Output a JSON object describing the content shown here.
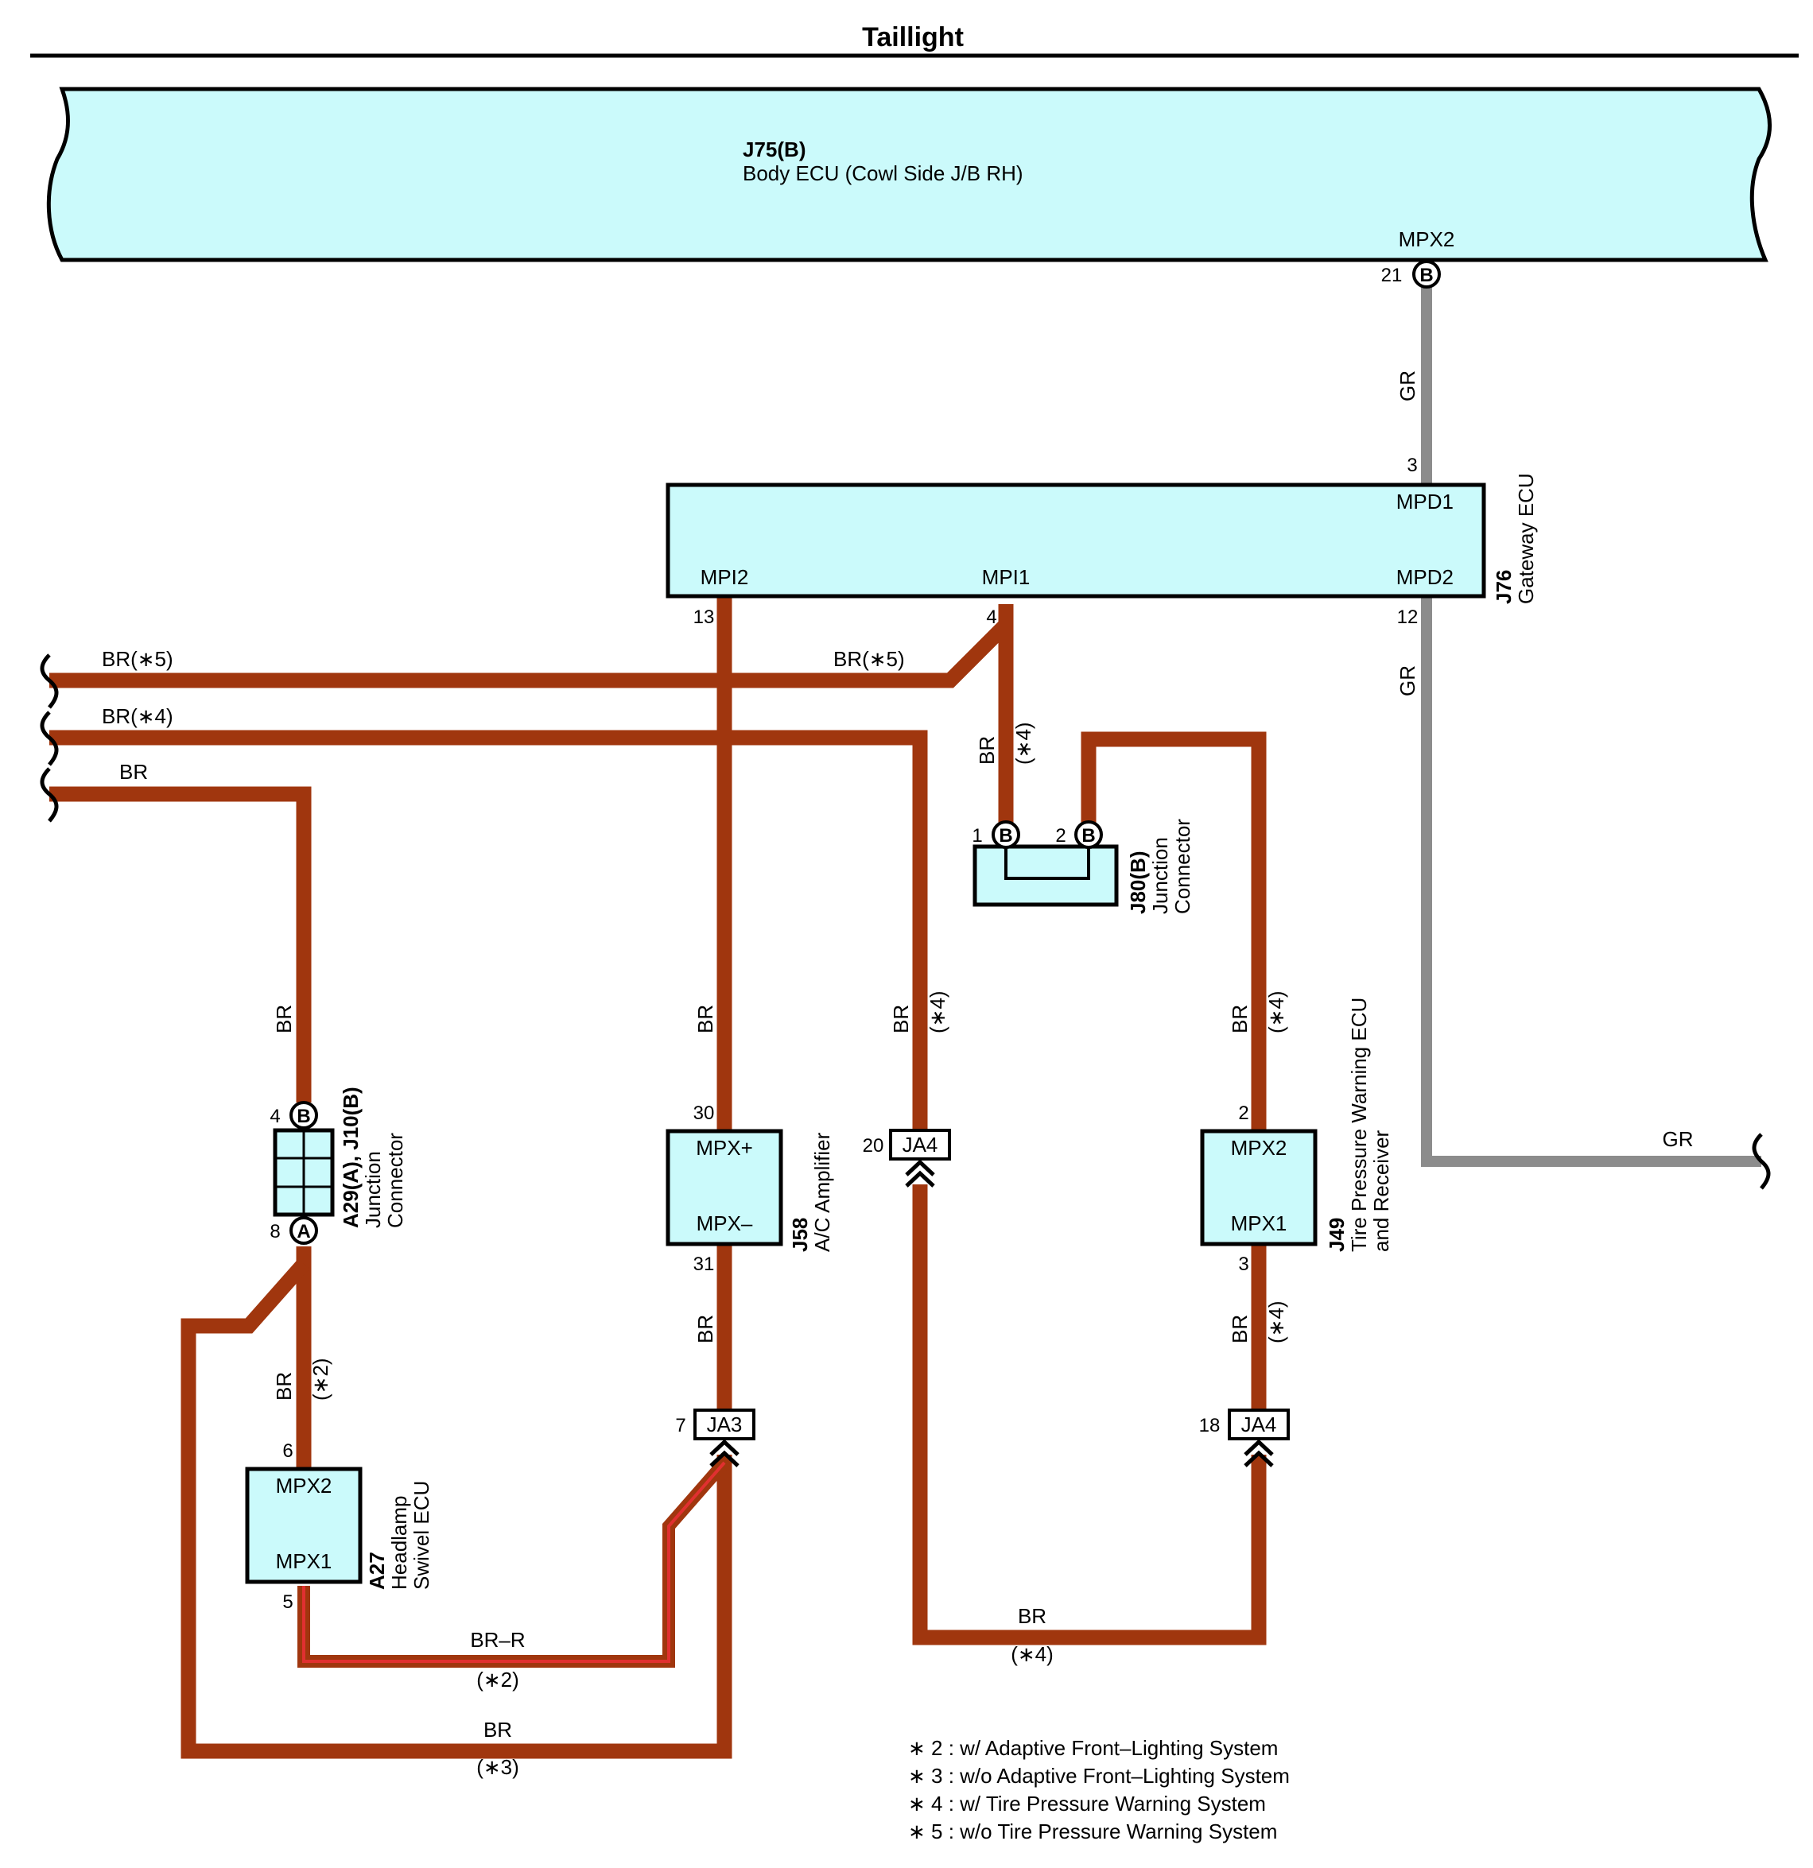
{
  "title": "Taillight",
  "colors": {
    "br_wire": "#a0360e",
    "gr_wire": "#8c8c8c",
    "ecu_fill": "#cbfafb",
    "br_r_stripe": "#e03030"
  },
  "components": {
    "body_ecu": {
      "code": "J75(B)",
      "name": "Body ECU (Cowl Side J/B RH)",
      "terminal": "MPX2",
      "pin": "21",
      "connector": "B"
    },
    "gateway_ecu": {
      "code": "J76",
      "name": "Gateway ECU",
      "mpd1": "MPD1",
      "mpd1_pin": "3",
      "mpd2": "MPD2",
      "mpd2_pin": "12",
      "mpi1": "MPI1",
      "mpi1_pin": "4",
      "mpi2": "MPI2",
      "mpi2_pin": "13"
    },
    "j80": {
      "code": "J80(B)",
      "line1": "Junction",
      "line2": "Connector",
      "pin1": "1",
      "pin2": "2",
      "connector": "B"
    },
    "a29": {
      "code": "A29(A), J10(B)",
      "line1": "Junction",
      "line2": "Connector",
      "pin_top": "4",
      "pin_top_conn": "B",
      "pin_bottom": "8",
      "pin_bottom_conn": "A"
    },
    "j58": {
      "code": "J58",
      "name": "A/C Amplifier",
      "t_plus": "MPX+",
      "t_minus": "MPX–",
      "pin_plus": "30",
      "pin_minus": "31"
    },
    "j49": {
      "code": "J49",
      "line1": "Tire Pressure Warning ECU",
      "line2": "and Receiver",
      "t_mpx2": "MPX2",
      "t_mpx1": "MPX1",
      "pin_mpx2": "2",
      "pin_mpx1": "3"
    },
    "a27": {
      "code": "A27",
      "line1": "Headlamp",
      "line2": "Swivel ECU",
      "t_mpx2": "MPX2",
      "t_mpx1": "MPX1",
      "pin_mpx2": "6",
      "pin_mpx1": "5"
    },
    "ja4_top": {
      "code": "JA4",
      "pin": "20"
    },
    "ja3": {
      "code": "JA3",
      "pin": "7"
    },
    "ja4_bottom": {
      "code": "JA4",
      "pin": "18"
    }
  },
  "wire_labels": {
    "gr_top": "GR",
    "gr_mid": "GR",
    "gr_right": "GR",
    "br5_left": "BR(∗5)",
    "br5_mid": "BR(∗5)",
    "br4_left": "BR(∗4)",
    "br_left": "BR",
    "br_mpi1": "BR",
    "n4_mpi1": "(∗4)",
    "br_a29_top": "BR",
    "br_j58_top": "BR",
    "br_ja4": "BR",
    "n4_ja4": "(∗4)",
    "br_j49_top": "BR",
    "n4_j49_top": "(∗4)",
    "br_a27": "BR",
    "n2_a27": "(∗2)",
    "br_j58_bot": "BR",
    "br_j49_bot": "BR",
    "n4_j49_bot": "(∗4)",
    "br_bottom_right": "BR",
    "n4_bottom_right": "(∗4)",
    "br_r": "BR–R",
    "n2_br_r": "(∗2)",
    "br_bottom": "BR",
    "n3_bottom": "(∗3)"
  },
  "notes": [
    "∗ 2 : w/ Adaptive Front–Lighting System",
    "∗ 3 : w/o Adaptive Front–Lighting System",
    "∗ 4 : w/ Tire Pressure Warning System",
    "∗ 5 : w/o Tire Pressure Warning System"
  ]
}
